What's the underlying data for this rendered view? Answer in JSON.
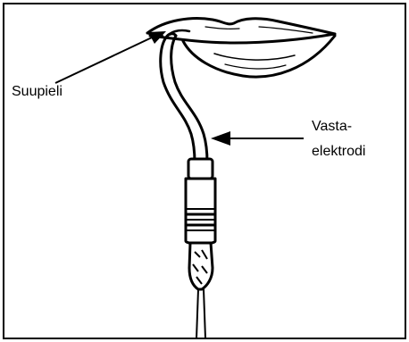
{
  "labels": {
    "mouth_corner": "Suupieli",
    "counter_electrode_line1": "Vasta-",
    "counter_electrode_line2": "elektrodi"
  },
  "colors": {
    "line": "#000000",
    "background": "#ffffff"
  }
}
